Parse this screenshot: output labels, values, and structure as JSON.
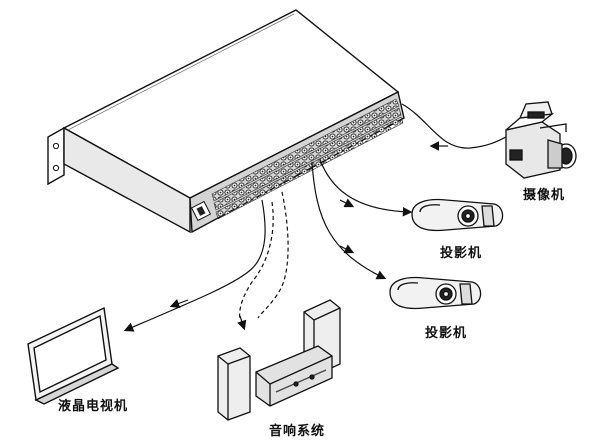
{
  "devices": {
    "camera": "摄像机",
    "projector_1": "投影机",
    "projector_2": "投影机",
    "lcd_tv": "液晶电视机",
    "audio_system": "音响系统"
  }
}
